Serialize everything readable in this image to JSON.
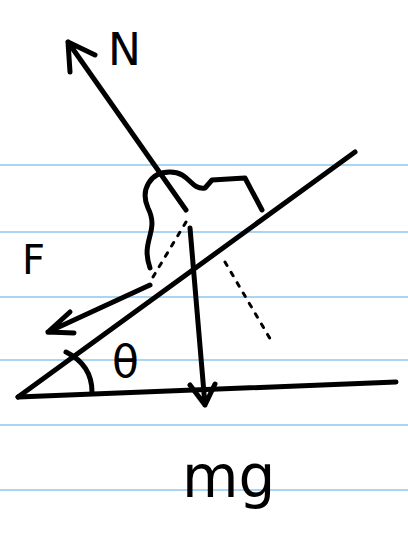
{
  "diagram": {
    "labels": [
      "N",
      "F",
      "θ",
      "mg"
    ]
  }
}
